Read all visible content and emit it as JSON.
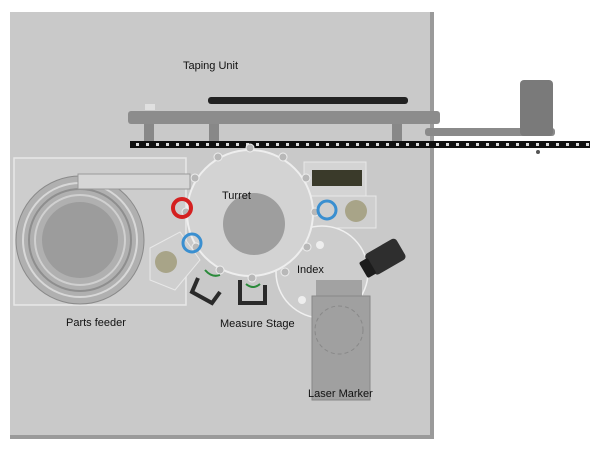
{
  "labels": {
    "taping_unit": "Taping Unit",
    "turret": "Turret",
    "index": "Index",
    "parts_feeder": "Parts feeder",
    "measure_stage": "Measure Stage",
    "laser_marker": "Laser Marker"
  },
  "colors": {
    "base": "#c9c9c9",
    "red_ring": "#d42020",
    "blue_ring": "#3a8fd0",
    "knob": "#a8a488",
    "dark": "#2a2a2a"
  }
}
